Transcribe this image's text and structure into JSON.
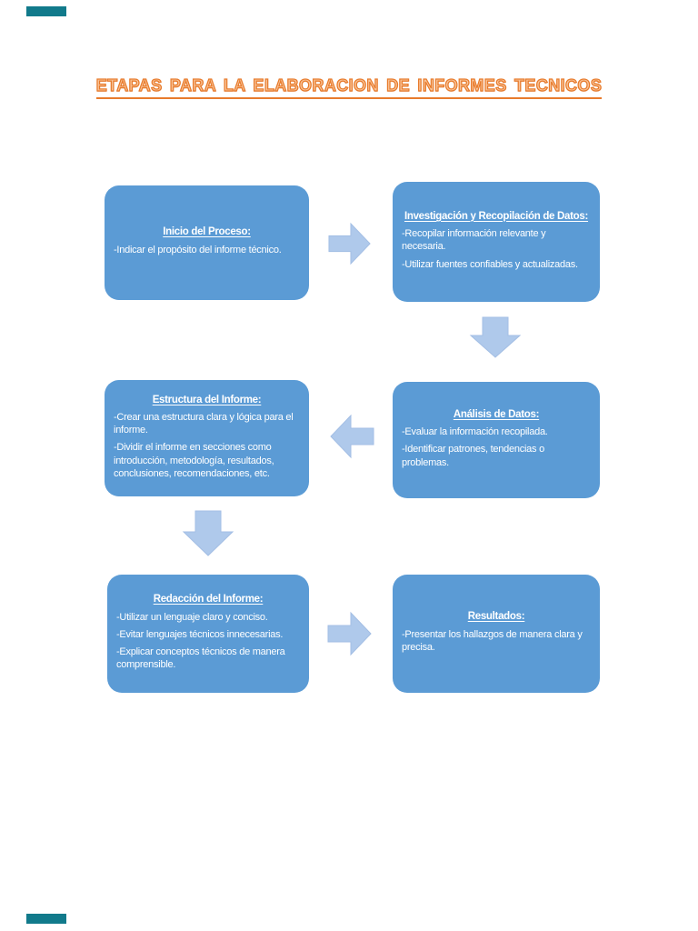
{
  "title": {
    "text": "ETAPAS PARA LA ELABORACION DE INFORMES TECNICOS",
    "color": "#ED7D31",
    "underlined": true
  },
  "colors": {
    "box_fill": "#5B9BD5",
    "box_text": "#FFFFFF",
    "arrow_fill": "#AFC9EB",
    "corner_marker": "#117A8B",
    "page_background": "#FFFFFF"
  },
  "boxes": [
    {
      "id": "inicio",
      "title": "Inicio del Proceso:",
      "lines": [
        "-Indicar el propósito del informe técnico."
      ]
    },
    {
      "id": "investigacion",
      "title": "Investigación y Recopilación de Datos:",
      "lines": [
        "-Recopilar información relevante y necesaria.",
        "-Utilizar fuentes confiables y actualizadas."
      ]
    },
    {
      "id": "estructura",
      "title": "Estructura del Informe:",
      "lines": [
        "-Crear una estructura clara y lógica para el informe.",
        "-Dividir el informe en secciones como introducción, metodología, resultados, conclusiones, recomendaciones, etc."
      ]
    },
    {
      "id": "analisis",
      "title": "Análisis de Datos:",
      "lines": [
        "-Evaluar la información recopilada.",
        "-Identificar patrones, tendencias o problemas."
      ]
    },
    {
      "id": "redaccion",
      "title": "Redacción del Informe:",
      "lines": [
        "-Utilizar un lenguaje claro y conciso.",
        "-Evitar lenguajes técnicos innecesarias.",
        "-Explicar conceptos técnicos de manera comprensible."
      ]
    },
    {
      "id": "resultados",
      "title": "Resultados:",
      "lines": [
        "-Presentar los hallazgos de manera clara y precisa."
      ]
    }
  ],
  "arrows": [
    {
      "from": "inicio",
      "to": "investigacion",
      "direction": "right"
    },
    {
      "from": "investigacion",
      "to": "analisis",
      "direction": "down"
    },
    {
      "from": "analisis",
      "to": "estructura",
      "direction": "left"
    },
    {
      "from": "estructura",
      "to": "redaccion",
      "direction": "down"
    },
    {
      "from": "redaccion",
      "to": "resultados",
      "direction": "right"
    }
  ]
}
